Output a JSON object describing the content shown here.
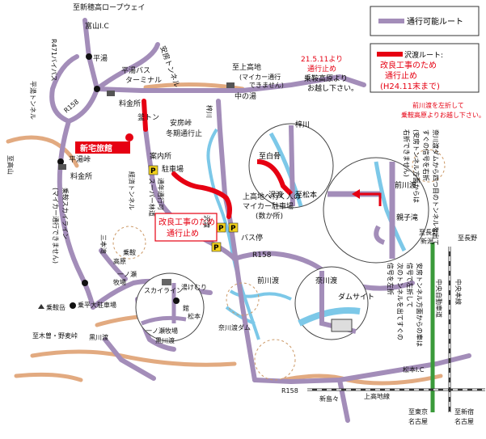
{
  "legend": {
    "passable_route": "通行可能ルート",
    "sawatari_route": "沢渡ルート:",
    "closure_note_1": "改良工事のため",
    "closure_note_2": "通行止め",
    "closure_note_3": "(H24.11末まで)"
  },
  "notices": {
    "closed_date_1": "21.5.11より",
    "closed_date_2": "通行止め",
    "closed_date_3": "乗鞍高原より",
    "closed_date_4": "お越し下さい。",
    "turn_left_1": "前川渡を左折して",
    "turn_left_2": "乗鞍高原よりお越し下さい。",
    "closure_box_1": "改良工事のため",
    "closure_box_2": "通行止め",
    "nagawa_dam_1": "奈川渡ダムから四つ目のトンネルを出て",
    "nagawa_dam_2": "すぐの信号を右折",
    "nagawa_dam_3": "(安房トンネル方面からは",
    "nagawa_dam_4": "右折できません)",
    "abo_tunnel_1": "安房トンネル方面からの車は",
    "abo_tunnel_2": "信号で左折して",
    "abo_tunnel_3": "次のトンネルを出てすぐの",
    "abo_tunnel_4": "信号を左折"
  },
  "places": {
    "shinhotaka": "至新穂高ロープウェイ",
    "toyama": "富山I.C",
    "hirayu": "平湯",
    "hirayu_bus": "平湯バス",
    "terminal": "ターミナル",
    "toll_gate_1": "料金所",
    "toll_gate_2": "料金所",
    "abo_tunnel": "安房トンネル",
    "abo_pass": "安房峠",
    "winter_closure": "冬期通行止",
    "to_kamikochi": "至上高地",
    "mycar_1": "(マイカー通行",
    "mycar_2": "できません)",
    "naka_no_yu": "中の湯",
    "kamawari": "釜トン",
    "ryokan": "新宅旅館",
    "bypass": "R471バイパス",
    "hirayu_tunnel": "平湯トンネル",
    "r158_top": "R158",
    "to_takayama": "至高山",
    "hirayu_pass": "平湯峠",
    "norikura_skyline_1": "乗鞍スカイライン",
    "norikura_skyline_2": "(マイカー通行できません)",
    "info_center": "案内所",
    "parking": "駐車場",
    "keisei_tunnel": "経済トンネル",
    "year_round_1": "通年通行可",
    "year_round_2": "スーパー林道",
    "sawando": "沢渡",
    "bus_stop": "バス停",
    "kamikochi_parking_1": "上高地へ行く人の",
    "kamikochi_parking_2": "マイカー駐車場",
    "kamikochi_parking_3": "(数か所)",
    "r158_mid": "R158",
    "sanbontaki": "三本滝",
    "norikura_kogen_1": "乗鞍",
    "norikura_kogen_2": "高原",
    "bokujo": "牧場",
    "ichinose": "一ノ瀬",
    "skyline": "スカイライン",
    "yukemuri_1": "湯けむり",
    "yukemuri_2": "館",
    "matsumoto_label": "松本",
    "ichinose_bokujo": "一ノ瀬牧場",
    "kurokawado_1": "黒川渡",
    "kurokawado_2": "黒川渡",
    "maekawado": "前川渡",
    "nagawado_dam": "奈川渡ダム",
    "norikura_dai": "乗平大駐車場",
    "norikura_dake": "乗鞍岳",
    "to_kiso_1": "至木曽・野麦峠",
    "r158_bottom": "R158",
    "shin_shimashima": "新島々",
    "kamikochi_line": "上高地線",
    "to_tokyo": "至東京",
    "to_nagoya": "名古屋",
    "to_shinjuku": "至新宿",
    "to_nagoya_2": "名古屋",
    "matsumoto_ic": "松本I.C",
    "chuo_expressway": "中央自動車道",
    "chuo_line": "中央本線",
    "to_nagano": "至長野",
    "to_nagano_niigata_1": "至長野",
    "to_nagano_niigata_2": "新潟",
    "inset1_kusakawa": "梓川",
    "inset1_shiraboshi": "至白骨",
    "inset1_sawando": "沢渡",
    "inset1_matsumoto": "至松本",
    "inset2_maekawado": "前川渡",
    "inset2_oyako": "親子滝",
    "inset3_nagawado": "奈川渡",
    "inset3_dam_site": "ダムサイト",
    "dot_azusa": "梓川"
  },
  "colors": {
    "route_purple": "#a38db9",
    "closed_red": "#e60012",
    "river_blue": "#7cc8e8",
    "road_orange": "#e2aa80",
    "rail_green": "#3a9a3a",
    "parking_yellow": "#f2d11c"
  },
  "icons": [
    "parking-icon",
    "ryokan-marker-icon",
    "toll-gate-icon",
    "bus-stop-icon",
    "mountain-peak-icon",
    "circle-node-icon"
  ]
}
